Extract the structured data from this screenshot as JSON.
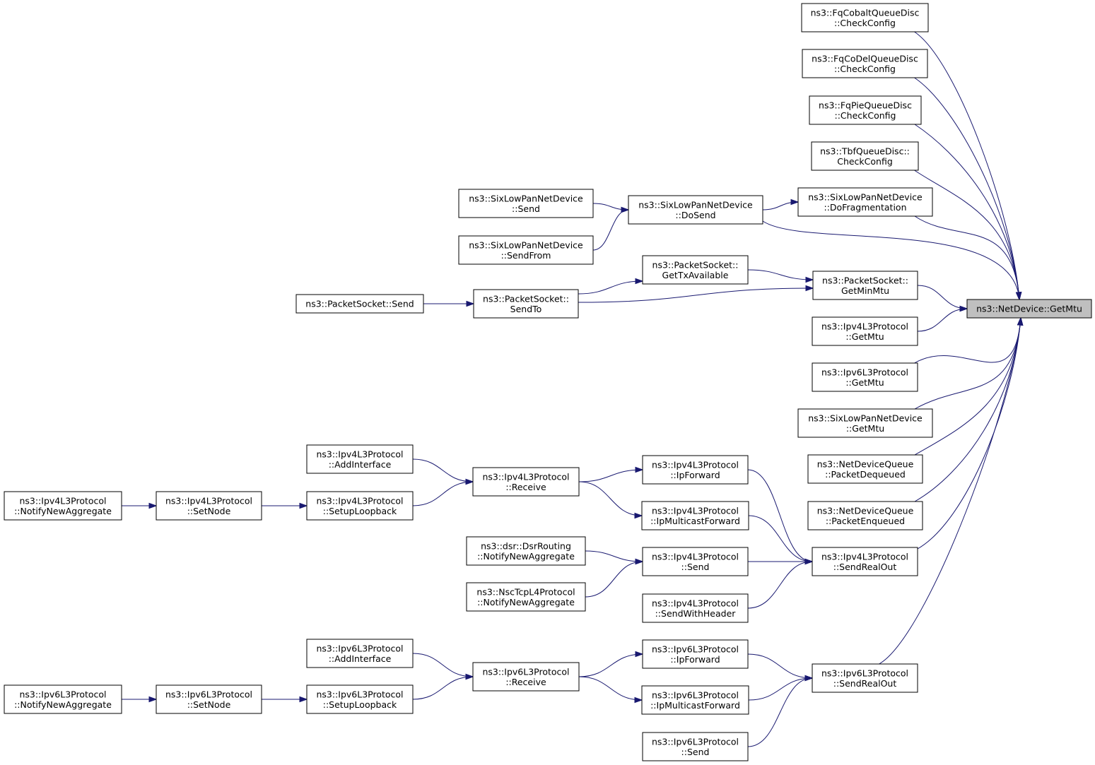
{
  "colors": {
    "edge": "#191970",
    "root_fill": "#bfbfbf",
    "node_fill": "#ffffff",
    "border": "#000000"
  },
  "nodes": {
    "root": {
      "lines": [
        "ns3::NetDevice::GetMtu"
      ]
    },
    "fqcob": {
      "lines": [
        "ns3::FqCobaltQueueDisc",
        "::CheckConfig"
      ]
    },
    "fqcod": {
      "lines": [
        "ns3::FqCoDelQueueDisc",
        "::CheckConfig"
      ]
    },
    "fqpie": {
      "lines": [
        "ns3::FqPieQueueDisc",
        "::CheckConfig"
      ]
    },
    "tbf": {
      "lines": [
        "ns3::TbfQueueDisc::",
        "CheckConfig"
      ]
    },
    "sixfrag": {
      "lines": [
        "ns3::SixLowPanNetDevice",
        "::DoFragmentation"
      ]
    },
    "sixdo": {
      "lines": [
        "ns3::SixLowPanNetDevice",
        "::DoSend"
      ]
    },
    "sixsend": {
      "lines": [
        "ns3::SixLowPanNetDevice",
        "::Send"
      ]
    },
    "sixfrom": {
      "lines": [
        "ns3::SixLowPanNetDevice",
        "::SendFrom"
      ]
    },
    "pstx": {
      "lines": [
        "ns3::PacketSocket::",
        "GetTxAvailable"
      ]
    },
    "psmin": {
      "lines": [
        "ns3::PacketSocket::",
        "GetMinMtu"
      ]
    },
    "psto": {
      "lines": [
        "ns3::PacketSocket::",
        "SendTo"
      ]
    },
    "pssend": {
      "lines": [
        "ns3::PacketSocket::Send"
      ]
    },
    "v4mtu": {
      "lines": [
        "ns3::Ipv4L3Protocol",
        "::GetMtu"
      ]
    },
    "v6mtu": {
      "lines": [
        "ns3::Ipv6L3Protocol",
        "::GetMtu"
      ]
    },
    "sixmtu": {
      "lines": [
        "ns3::SixLowPanNetDevice",
        "::GetMtu"
      ]
    },
    "ndqdeq": {
      "lines": [
        "ns3::NetDeviceQueue",
        "::PacketDequeued"
      ]
    },
    "ndqenq": {
      "lines": [
        "ns3::NetDeviceQueue",
        "::PacketEnqueued"
      ]
    },
    "v4sro": {
      "lines": [
        "ns3::Ipv4L3Protocol",
        "::SendRealOut"
      ]
    },
    "v4ipf": {
      "lines": [
        "ns3::Ipv4L3Protocol",
        "::IpForward"
      ]
    },
    "v4ipmf": {
      "lines": [
        "ns3::Ipv4L3Protocol",
        "::IpMulticastForward"
      ]
    },
    "v4send": {
      "lines": [
        "ns3::Ipv4L3Protocol",
        "::Send"
      ]
    },
    "v4swh": {
      "lines": [
        "ns3::Ipv4L3Protocol",
        "::SendWithHeader"
      ]
    },
    "v4recv": {
      "lines": [
        "ns3::Ipv4L3Protocol",
        "::Receive"
      ]
    },
    "v4addif": {
      "lines": [
        "ns3::Ipv4L3Protocol",
        "::AddInterface"
      ]
    },
    "v4loop": {
      "lines": [
        "ns3::Ipv4L3Protocol",
        "::SetupLoopback"
      ]
    },
    "v4node": {
      "lines": [
        "ns3::Ipv4L3Protocol",
        "::SetNode"
      ]
    },
    "v4agg": {
      "lines": [
        "ns3::Ipv4L3Protocol",
        "::NotifyNewAggregate"
      ]
    },
    "dsragg": {
      "lines": [
        "ns3::dsr::DsrRouting",
        "::NotifyNewAggregate"
      ]
    },
    "nscagg": {
      "lines": [
        "ns3::NscTcpL4Protocol",
        "::NotifyNewAggregate"
      ]
    },
    "v6sro": {
      "lines": [
        "ns3::Ipv6L3Protocol",
        "::SendRealOut"
      ]
    },
    "v6ipf": {
      "lines": [
        "ns3::Ipv6L3Protocol",
        "::IpForward"
      ]
    },
    "v6ipmf": {
      "lines": [
        "ns3::Ipv6L3Protocol",
        "::IpMulticastForward"
      ]
    },
    "v6send": {
      "lines": [
        "ns3::Ipv6L3Protocol",
        "::Send"
      ]
    },
    "v6recv": {
      "lines": [
        "ns3::Ipv6L3Protocol",
        "::Receive"
      ]
    },
    "v6addif": {
      "lines": [
        "ns3::Ipv6L3Protocol",
        "::AddInterface"
      ]
    },
    "v6loop": {
      "lines": [
        "ns3::Ipv6L3Protocol",
        "::SetupLoopback"
      ]
    },
    "v6node": {
      "lines": [
        "ns3::Ipv6L3Protocol",
        "::SetNode"
      ]
    },
    "v6agg": {
      "lines": [
        "ns3::Ipv6L3Protocol",
        "::NotifyNewAggregate"
      ]
    }
  },
  "edges": [
    [
      "fqcob",
      "root"
    ],
    [
      "fqcod",
      "root"
    ],
    [
      "fqpie",
      "root"
    ],
    [
      "tbf",
      "root"
    ],
    [
      "sixfrag",
      "root"
    ],
    [
      "sixdo",
      "root"
    ],
    [
      "psmin",
      "root"
    ],
    [
      "v4mtu",
      "root"
    ],
    [
      "v6mtu",
      "root"
    ],
    [
      "sixmtu",
      "root"
    ],
    [
      "ndqdeq",
      "root"
    ],
    [
      "ndqenq",
      "root"
    ],
    [
      "v4sro",
      "root"
    ],
    [
      "v6sro",
      "root"
    ],
    [
      "sixdo",
      "sixfrag"
    ],
    [
      "sixsend",
      "sixdo"
    ],
    [
      "sixfrom",
      "sixdo"
    ],
    [
      "pstx",
      "psmin"
    ],
    [
      "psto",
      "psmin"
    ],
    [
      "psto",
      "pstx"
    ],
    [
      "pssend",
      "psto"
    ],
    [
      "v4ipf",
      "v4sro"
    ],
    [
      "v4ipmf",
      "v4sro"
    ],
    [
      "v4send",
      "v4sro"
    ],
    [
      "v4swh",
      "v4sro"
    ],
    [
      "v4recv",
      "v4ipf"
    ],
    [
      "v4recv",
      "v4ipmf"
    ],
    [
      "v4addif",
      "v4recv"
    ],
    [
      "v4loop",
      "v4recv"
    ],
    [
      "v4node",
      "v4loop"
    ],
    [
      "v4agg",
      "v4node"
    ],
    [
      "dsragg",
      "v4send"
    ],
    [
      "nscagg",
      "v4send"
    ],
    [
      "v6ipf",
      "v6sro"
    ],
    [
      "v6ipmf",
      "v6sro"
    ],
    [
      "v6send",
      "v6sro"
    ],
    [
      "v6recv",
      "v6ipf"
    ],
    [
      "v6recv",
      "v6ipmf"
    ],
    [
      "v6addif",
      "v6recv"
    ],
    [
      "v6loop",
      "v6recv"
    ],
    [
      "v6node",
      "v6loop"
    ],
    [
      "v6agg",
      "v6node"
    ]
  ]
}
